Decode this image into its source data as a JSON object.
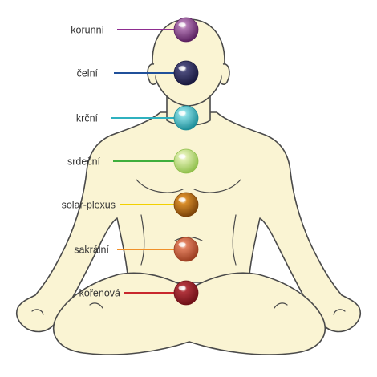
{
  "chakras": [
    {
      "label": "korunní",
      "color": "#8e2d90",
      "stone_dark": "#5a1f5f",
      "stone_light": "#b27ab4"
    },
    {
      "label": "čelní",
      "color": "#20509a",
      "stone_dark": "#18183e",
      "stone_light": "#4a4a7a"
    },
    {
      "label": "krční",
      "color": "#2fb1bf",
      "stone_dark": "#1c8c97",
      "stone_light": "#86dbe2"
    },
    {
      "label": "srdeční",
      "color": "#3fae3c",
      "stone_dark": "#8fbf4a",
      "stone_light": "#dfeeb0"
    },
    {
      "label": "solar-plexus",
      "color": "#f2d000",
      "stone_dark": "#7a4208",
      "stone_light": "#d88d2a"
    },
    {
      "label": "sakrální",
      "color": "#f0902a",
      "stone_dark": "#9a3c1f",
      "stone_light": "#e08060"
    },
    {
      "label": "kořenová",
      "color": "#c8282d",
      "stone_dark": "#6e0f16",
      "stone_light": "#b0343c"
    }
  ],
  "figure": {
    "fill": "#faf4d3",
    "outline": "#4a4a4a"
  }
}
